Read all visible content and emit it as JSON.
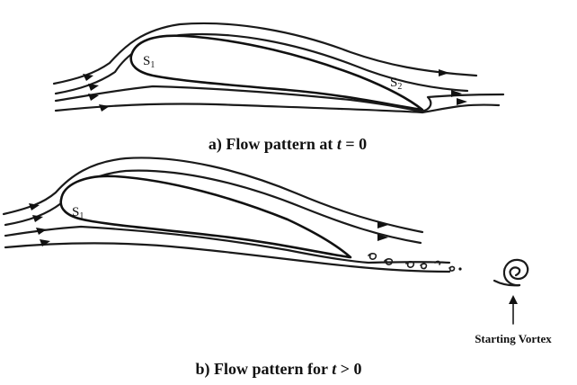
{
  "panel_a": {
    "caption_prefix": "a) Flow pattern at ",
    "caption_var": "t",
    "caption_suffix": " = 0",
    "stagnation_front": {
      "letter": "S",
      "sub": "1"
    },
    "stagnation_rear": {
      "letter": "S",
      "sub": "2"
    }
  },
  "panel_b": {
    "caption_prefix": "b) Flow pattern for ",
    "caption_var": "t",
    "caption_suffix": " > 0",
    "stagnation_front": {
      "letter": "S",
      "sub": "1"
    },
    "vortex_label": "Starting Vortex"
  }
}
